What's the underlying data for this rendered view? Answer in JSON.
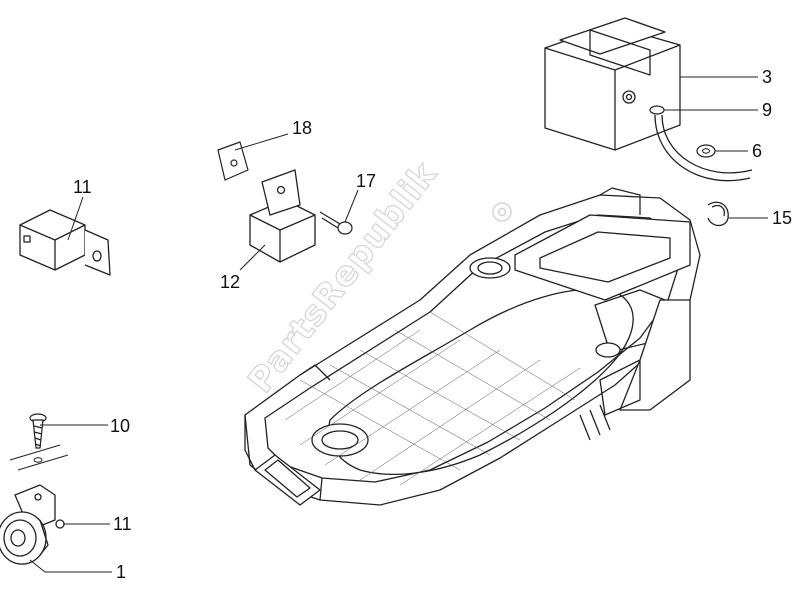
{
  "watermark": {
    "text": "PartsRepublik"
  },
  "callouts": [
    {
      "id": "3",
      "label": "3"
    },
    {
      "id": "9",
      "label": "9"
    },
    {
      "id": "6",
      "label": "6"
    },
    {
      "id": "15",
      "label": "15"
    },
    {
      "id": "18",
      "label": "18"
    },
    {
      "id": "17",
      "label": "17"
    },
    {
      "id": "12",
      "label": "12"
    },
    {
      "id": "11a",
      "label": "11"
    },
    {
      "id": "10",
      "label": "10"
    },
    {
      "id": "11b",
      "label": "11"
    },
    {
      "id": "1",
      "label": "1"
    }
  ],
  "parts": [
    "battery",
    "vent-tube",
    "washer",
    "clamp-ring",
    "bracket",
    "relay-12",
    "screw-17",
    "relay-11",
    "screw-10",
    "horn",
    "helmet-compartment"
  ]
}
